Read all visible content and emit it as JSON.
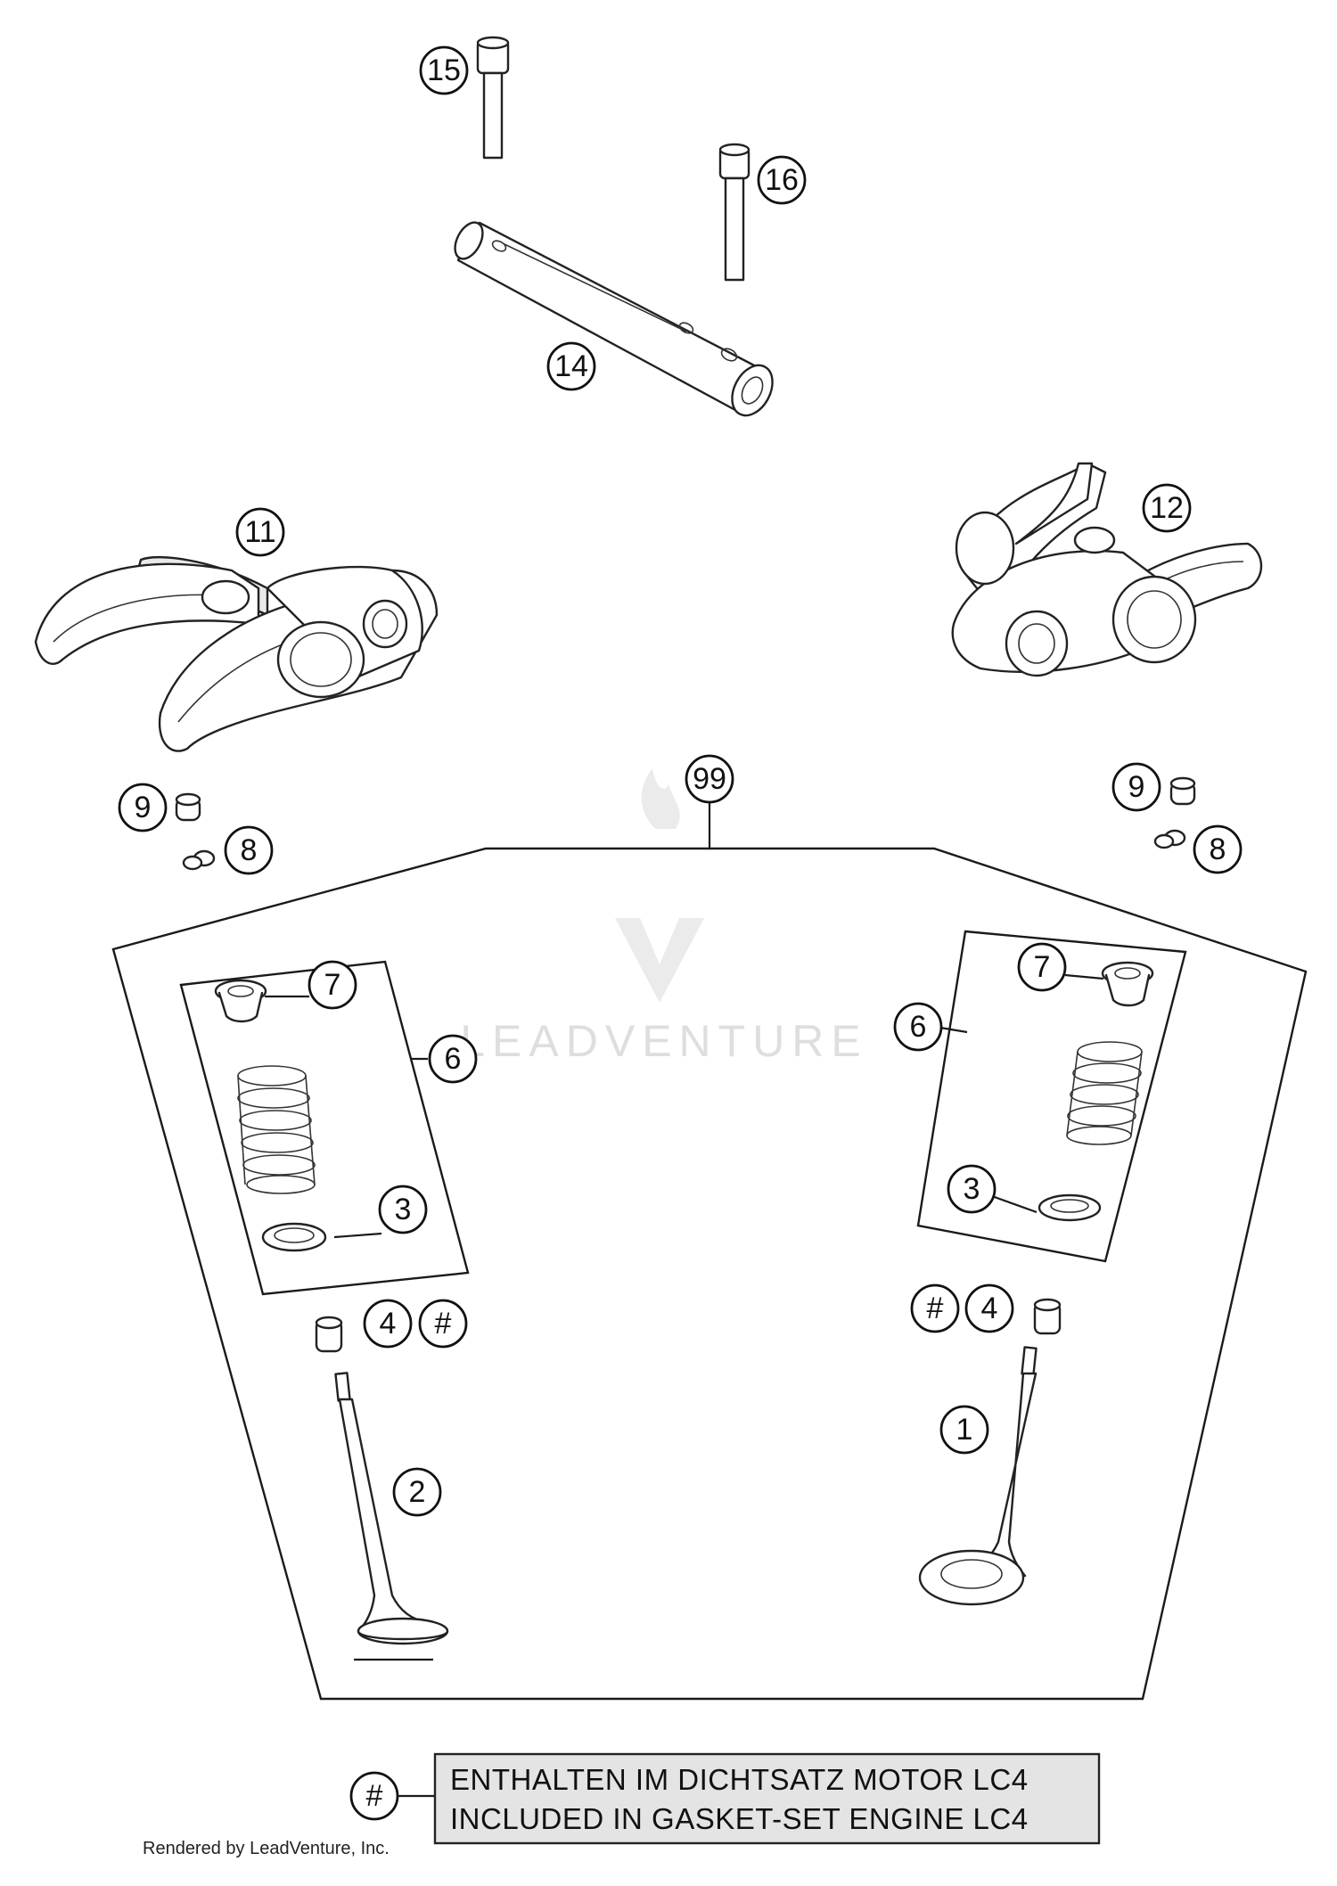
{
  "callouts": [
    {
      "id": "c15",
      "label": "15"
    },
    {
      "id": "c16",
      "label": "16"
    },
    {
      "id": "c14",
      "label": "14"
    },
    {
      "id": "c11",
      "label": "11"
    },
    {
      "id": "c12",
      "label": "12"
    },
    {
      "id": "c99",
      "label": "99"
    },
    {
      "id": "c9-left",
      "label": "9"
    },
    {
      "id": "c8-left",
      "label": "8"
    },
    {
      "id": "c9-right",
      "label": "9"
    },
    {
      "id": "c8-right",
      "label": "8"
    },
    {
      "id": "c7-left",
      "label": "7"
    },
    {
      "id": "c6-left",
      "label": "6"
    },
    {
      "id": "c3-left",
      "label": "3"
    },
    {
      "id": "c7-right",
      "label": "7"
    },
    {
      "id": "c6-right",
      "label": "6"
    },
    {
      "id": "c3-right",
      "label": "3"
    },
    {
      "id": "c4-left",
      "label": "4"
    },
    {
      "id": "chash-left",
      "label": "#"
    },
    {
      "id": "chash-right",
      "label": "#"
    },
    {
      "id": "c4-right",
      "label": "4"
    },
    {
      "id": "c2",
      "label": "2"
    },
    {
      "id": "c1",
      "label": "1"
    },
    {
      "id": "chash-note",
      "label": "#"
    }
  ],
  "note": {
    "line1": "ENTHALTEN IM DICHTSATZ MOTOR LC4",
    "line2": "INCLUDED IN GASKET-SET ENGINE LC4"
  },
  "credit": "Rendered by LeadVenture, Inc.",
  "watermark": "LEADVENTURE"
}
